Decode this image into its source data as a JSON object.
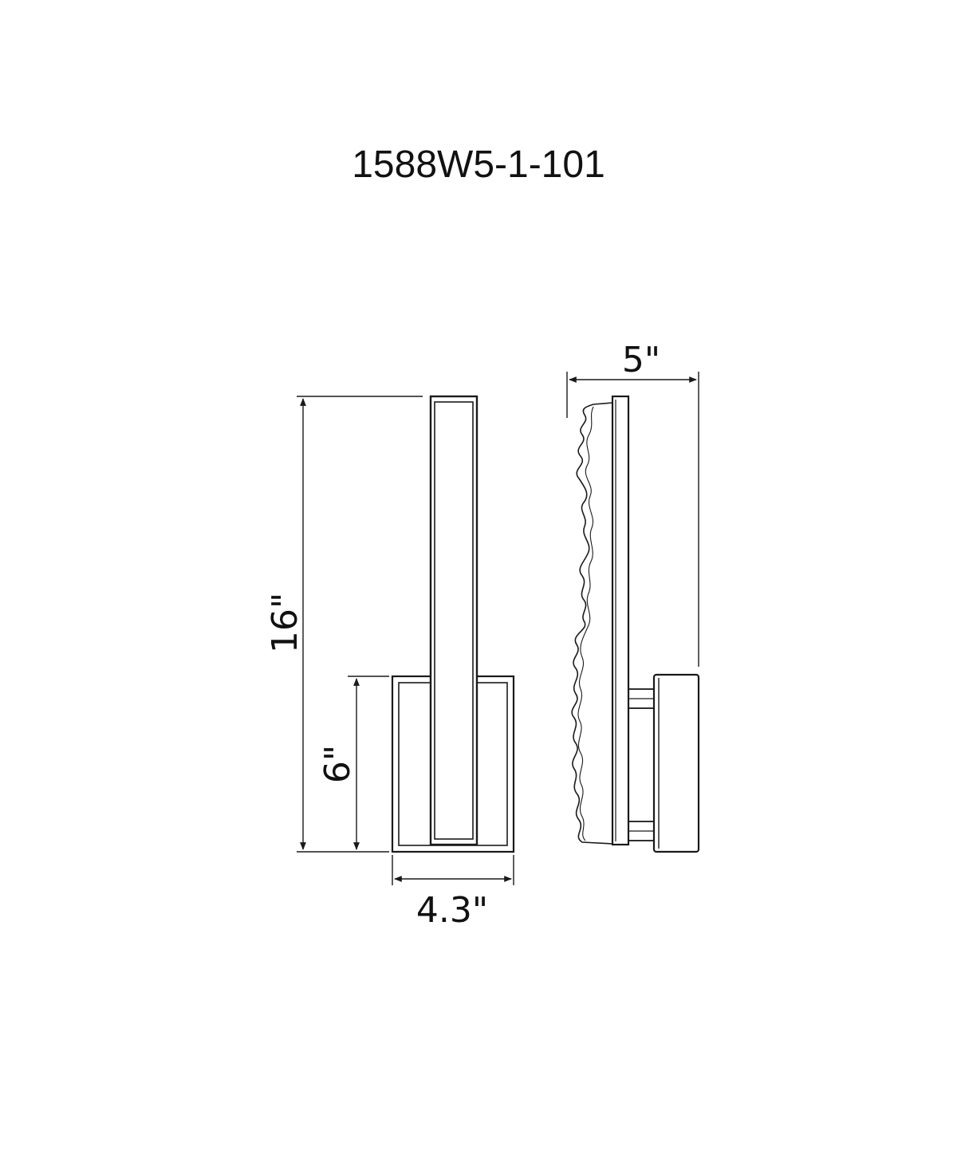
{
  "title": "1588W5-1-101",
  "dimensions": {
    "height": "16\"",
    "base_height": "6\"",
    "width": "4.3\"",
    "depth": "5\""
  },
  "colors": {
    "line": "#1a1a1a",
    "background": "#ffffff"
  }
}
